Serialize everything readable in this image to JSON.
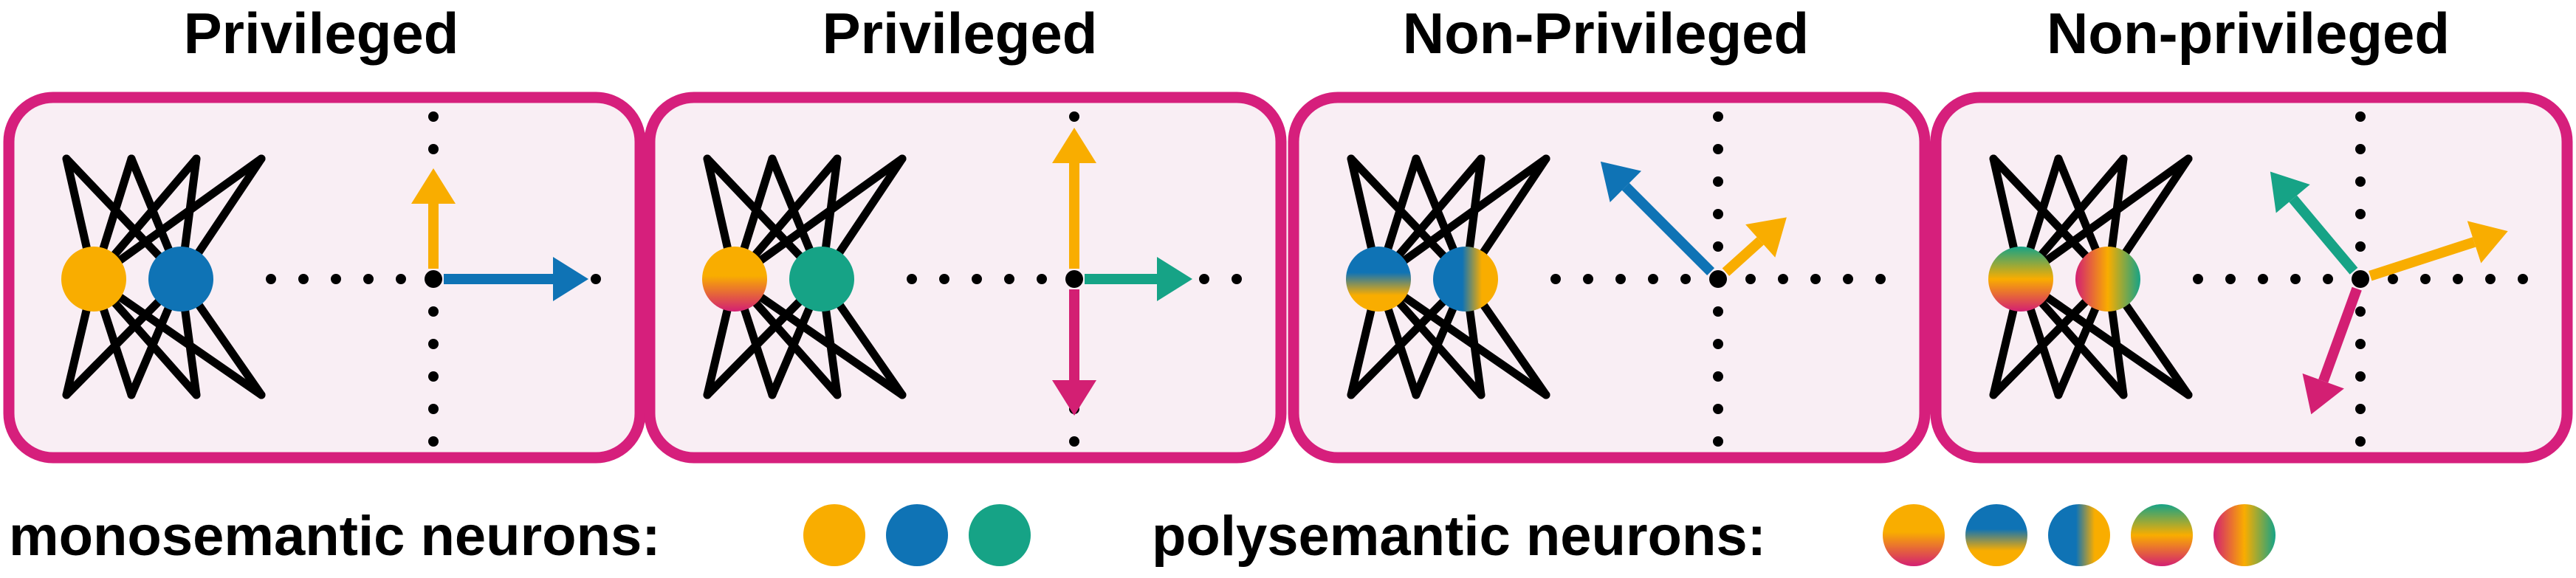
{
  "colors": {
    "frame": "#d61f7c",
    "panel_fill": "#f9eef4",
    "yellow": "#f9ad00",
    "blue": "#0f73b5",
    "green": "#16a386",
    "magenta": "#d31f73",
    "black": "#000000"
  },
  "panels": [
    {
      "title": "Privileged",
      "neurons": [
        "yellow",
        "blue"
      ],
      "arrows": [
        {
          "color": "yellow",
          "angle": 90,
          "length": 150
        },
        {
          "color": "blue",
          "angle": 0,
          "length": 210
        }
      ]
    },
    {
      "title": "Privileged",
      "neurons": [
        "poly-yellow-magenta",
        "green"
      ],
      "arrows": [
        {
          "color": "yellow",
          "angle": 90,
          "length": 205
        },
        {
          "color": "green",
          "angle": 0,
          "length": 160
        },
        {
          "color": "magenta",
          "angle": -90,
          "length": 185
        }
      ]
    },
    {
      "title": "Non-Privileged",
      "neurons": [
        "poly-blue-yellow",
        "poly-blue-yellow-h"
      ],
      "arrows": [
        {
          "color": "blue",
          "angle": 135,
          "length": 225
        },
        {
          "color": "yellow",
          "angle": 42,
          "length": 125
        }
      ]
    },
    {
      "title": "Non-privileged",
      "neurons": [
        "poly-magenta-yellow-green",
        "poly-magenta-yellow-green-h"
      ],
      "arrows": [
        {
          "color": "green",
          "angle": 130,
          "length": 190
        },
        {
          "color": "yellow",
          "angle": 18,
          "length": 210
        },
        {
          "color": "magenta",
          "angle": -110,
          "length": 195
        }
      ]
    }
  ],
  "legend": {
    "mono_label": "monosemantic neurons:",
    "mono_neurons": [
      "yellow",
      "blue",
      "green"
    ],
    "poly_label": "polysemantic neurons:",
    "poly_neurons": [
      "poly-yellow-magenta",
      "poly-blue-yellow",
      "poly-blue-yellow-h",
      "poly-magenta-yellow-green",
      "poly-magenta-yellow-green-h"
    ]
  }
}
